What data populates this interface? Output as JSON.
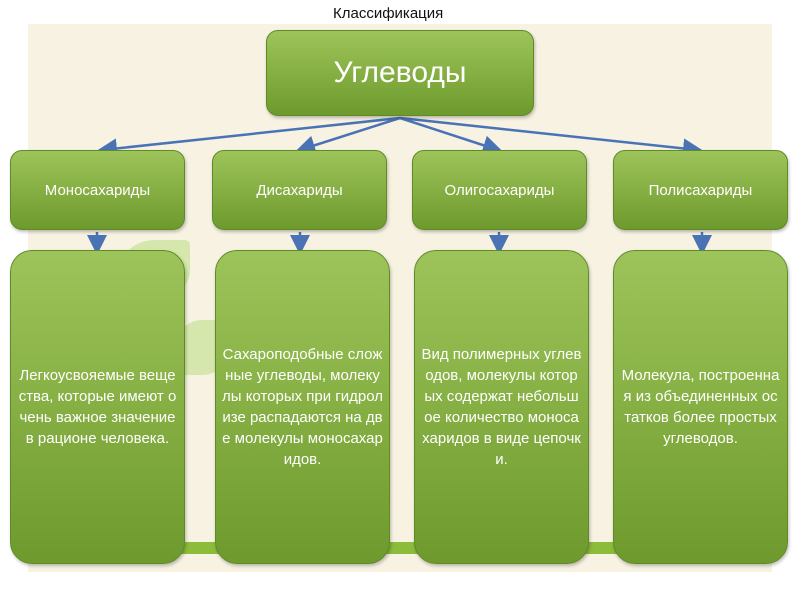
{
  "caption": "Классификация",
  "root": {
    "label": "Углеводы"
  },
  "categories": [
    {
      "label": "Моносахариды",
      "description": "Легкоусвояемые вещества, которые имеют очень важное значение в рационе человека."
    },
    {
      "label": "Дисахариды",
      "description": "Сахароподобные сложные углеводы, молекулы которых при гидролизе распадаются на две молекулы моносахаридов."
    },
    {
      "label": "Олигосахариды",
      "description": "Вид полимерных углеводов, молекулы которых содержат небольшое количество моносахаридов в виде цепочки."
    },
    {
      "label": "Полисахариды",
      "description": "Молекула, построенная из объединенных остатков более простых углеводов."
    }
  ],
  "colors": {
    "box_fill": "#8db84a",
    "arrow": "#4a73b5",
    "background": "#f7f2e2"
  }
}
